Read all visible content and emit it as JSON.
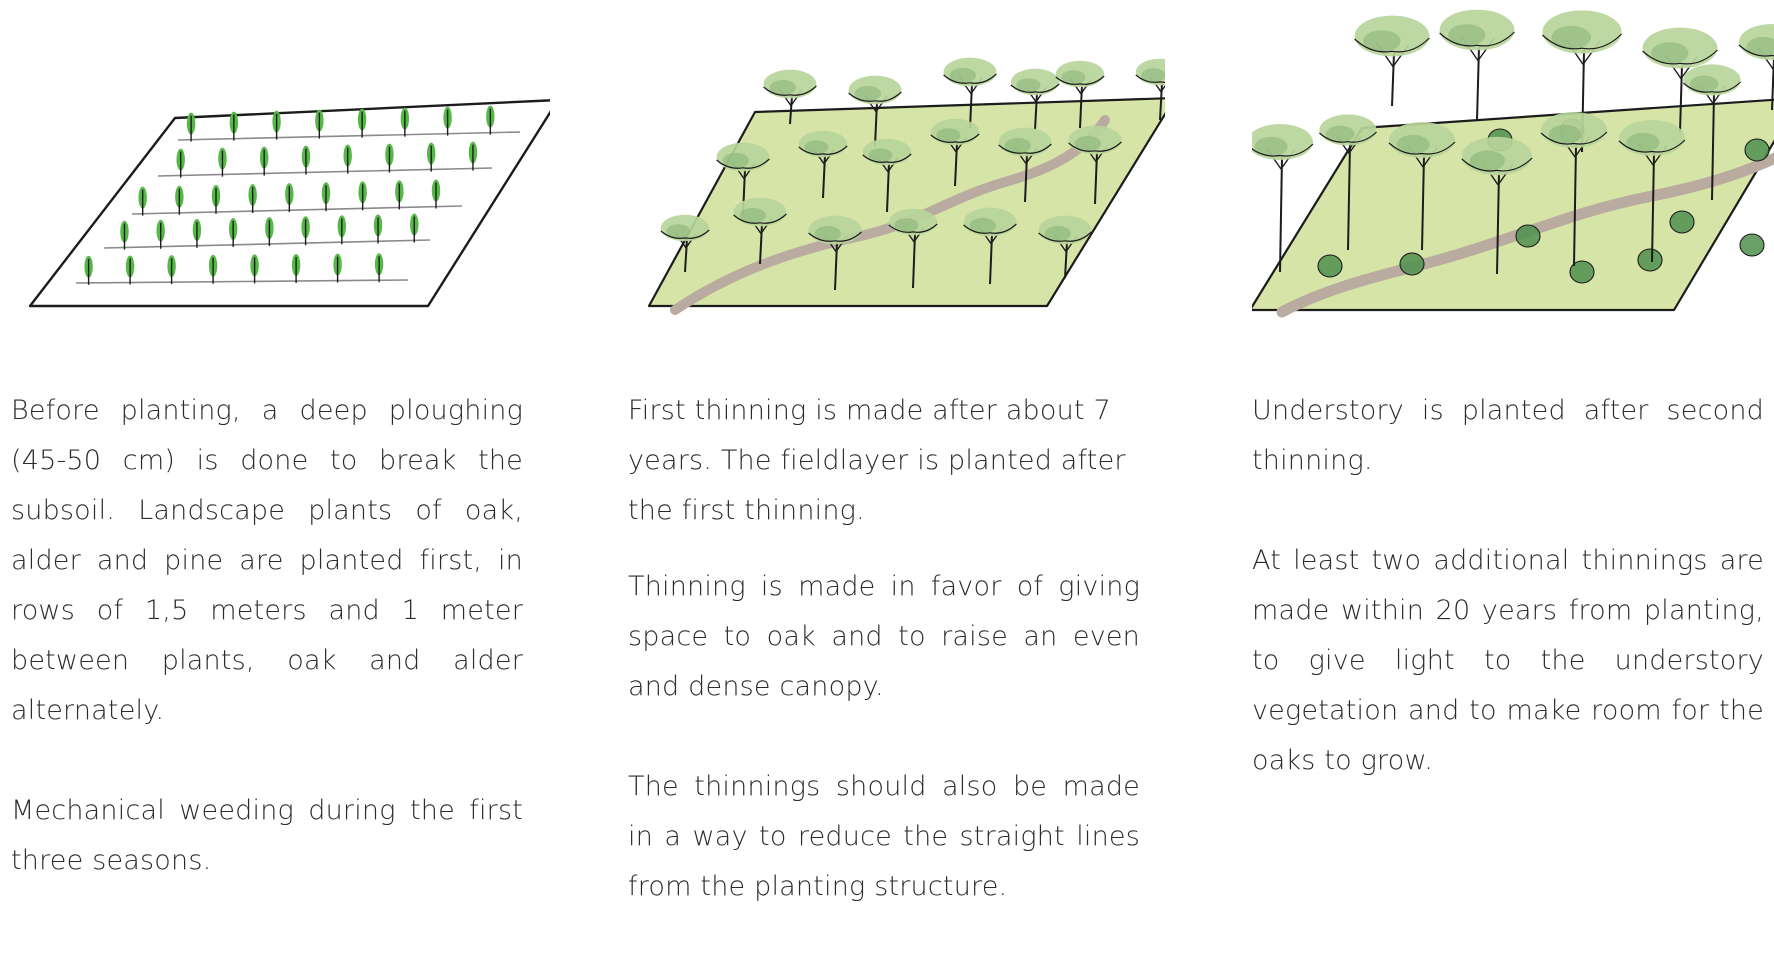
{
  "colors": {
    "ink": "#1c1c1c",
    "seedling_green": "#55b847",
    "meadow": "#d6e4a8",
    "canopy": "#b9d59b",
    "canopy_dark": "#7fae72",
    "path": "#b9ab9f",
    "text": "#2b2b2b"
  },
  "panels": [
    {
      "illustration": "planting-rows-sketch",
      "paragraphs": [
        "Before planting, a deep ploughing (45-50 cm) is done to break the subsoil. Landscape plants of oak, alder and pine are planted first, in rows of 1,5 meters and 1 meter between plants, oak and alder alternately.",
        "Mechanical weeding during the first three seasons."
      ]
    },
    {
      "illustration": "first-thinning-sketch",
      "paragraphs": [
        "First thinning is made after about 7 years. The fieldlayer is planted after the first thinning.",
        "Thinning is made in favor of giving space to oak and to raise an even and dense canopy.",
        "The thinnings should also be made in a way to reduce the straight lines from the planting structure."
      ]
    },
    {
      "illustration": "understory-sketch",
      "paragraphs": [
        "Understory is planted after second thinning.",
        "At least two additional thinnings are made within 20 years from planting, to give light to the understory vegetation and to make room for the oaks to grow."
      ]
    }
  ]
}
